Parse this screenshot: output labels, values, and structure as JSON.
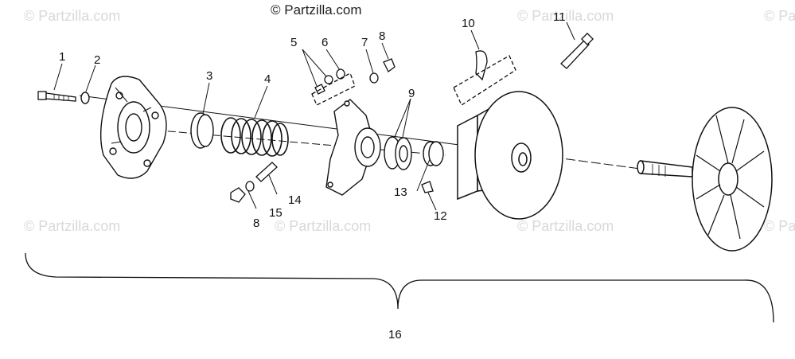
{
  "brand": "© Partzilla.com",
  "watermark": "© Partzilla.com",
  "callouts": {
    "c1": "1",
    "c2": "2",
    "c3": "3",
    "c4": "4",
    "c5": "5",
    "c6": "6",
    "c7": "7",
    "c8a": "8",
    "c8b": "8",
    "c9": "9",
    "c10": "10",
    "c11": "11",
    "c12": "12",
    "c13": "13",
    "c14": "14",
    "c15": "15",
    "c16": "16"
  }
}
